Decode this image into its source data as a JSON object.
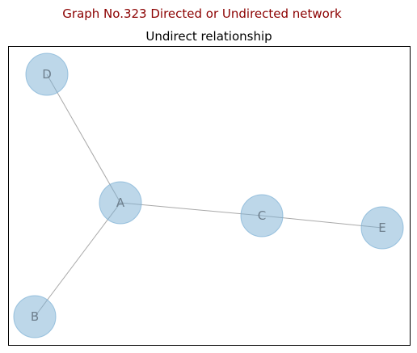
{
  "figure": {
    "suptitle": "Graph No.323 Directed or Undirected network",
    "suptitle_color": "#8b0000"
  },
  "graph": {
    "title": "Undirect relationship",
    "directed": false,
    "node_fill": "#7bafd4",
    "node_fill_opacity": 0.5,
    "node_stroke": "#7bafd4",
    "edge_color": "#a9a9a9",
    "label_color": "#6e7f8d",
    "nodes": [
      {
        "id": "D",
        "label": "D"
      },
      {
        "id": "A",
        "label": "A"
      },
      {
        "id": "C",
        "label": "C"
      },
      {
        "id": "E",
        "label": "E"
      },
      {
        "id": "B",
        "label": "B"
      }
    ],
    "edges": [
      {
        "source": "A",
        "target": "D"
      },
      {
        "source": "A",
        "target": "C"
      },
      {
        "source": "A",
        "target": "B"
      },
      {
        "source": "C",
        "target": "E"
      }
    ]
  }
}
